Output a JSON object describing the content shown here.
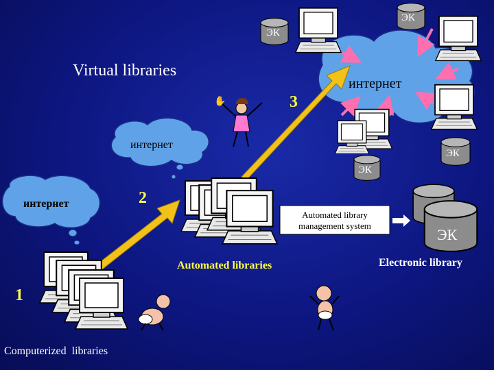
{
  "title": "Virtual libraries",
  "steps": {
    "one": "1",
    "two": "2",
    "three": "3"
  },
  "clouds": {
    "internet": "интернет"
  },
  "catalog": {
    "ek": "ЭК"
  },
  "labels": {
    "computerized": "Computerized  libraries",
    "automated": "Automated libraries",
    "electronic": "Electronic library",
    "system_line1": "Automated library",
    "system_line2": "management system"
  },
  "colors": {
    "background": "#0d1680",
    "cloud": "#5fa2e8",
    "arrow": "#f2c21a",
    "connector": "#ff6fb0",
    "cylinder": "#9a9a9a",
    "label_yellow": "#ffff44"
  }
}
